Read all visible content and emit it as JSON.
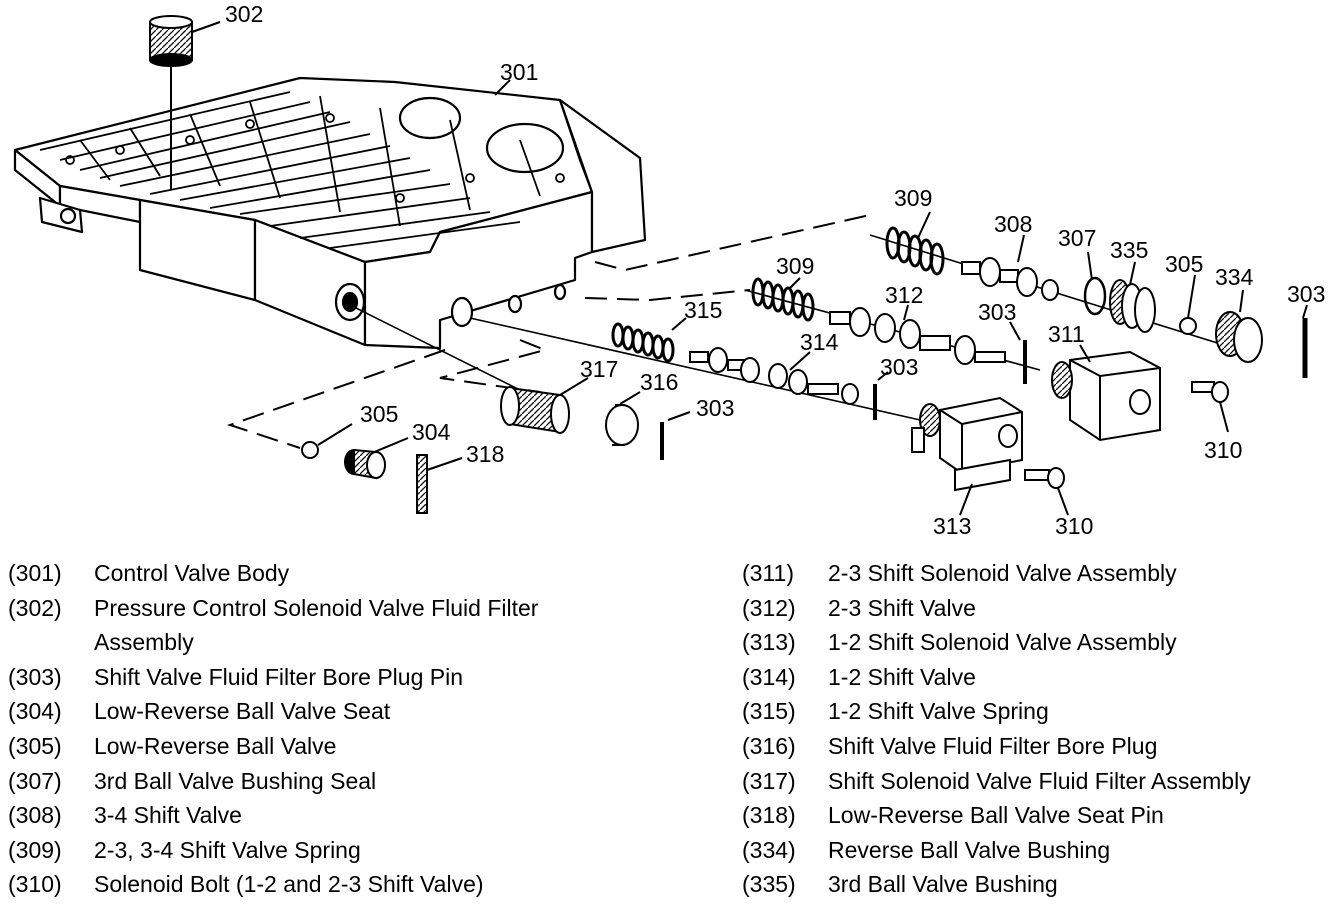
{
  "diagram": {
    "callouts": [
      "302",
      "301",
      "309",
      "308",
      "307",
      "335",
      "305",
      "334",
      "303",
      "309",
      "312",
      "315",
      "303",
      "311",
      "314",
      "303",
      "317",
      "316",
      "303",
      "305",
      "304",
      "318",
      "310",
      "313",
      "310"
    ]
  },
  "legend": {
    "left": [
      {
        "num": "(301)",
        "desc": "Control Valve Body"
      },
      {
        "num": "(302)",
        "desc": "Pressure Control Solenoid Valve Fluid Filter Assembly"
      },
      {
        "num": "(303)",
        "desc": "Shift Valve Fluid Filter Bore Plug Pin"
      },
      {
        "num": "(304)",
        "desc": "Low-Reverse Ball Valve Seat"
      },
      {
        "num": "(305)",
        "desc": "Low-Reverse Ball Valve"
      },
      {
        "num": "(307)",
        "desc": "3rd Ball Valve Bushing Seal"
      },
      {
        "num": "(308)",
        "desc": "3-4 Shift Valve"
      },
      {
        "num": "(309)",
        "desc": "2-3, 3-4 Shift Valve Spring"
      },
      {
        "num": "(310)",
        "desc": "Solenoid Bolt (1-2 and 2-3 Shift Valve)"
      }
    ],
    "right": [
      {
        "num": "(311)",
        "desc": "2-3 Shift Solenoid Valve Assembly"
      },
      {
        "num": "(312)",
        "desc": "2-3 Shift Valve"
      },
      {
        "num": "(313)",
        "desc": "1-2 Shift Solenoid Valve Assembly"
      },
      {
        "num": "(314)",
        "desc": "1-2 Shift Valve"
      },
      {
        "num": "(315)",
        "desc": "1-2 Shift Valve Spring"
      },
      {
        "num": "(316)",
        "desc": "Shift Valve Fluid Filter Bore Plug"
      },
      {
        "num": "(317)",
        "desc": "Shift Solenoid Valve Fluid Filter Assembly"
      },
      {
        "num": "(318)",
        "desc": "Low-Reverse Ball Valve Seat Pin"
      },
      {
        "num": "(334)",
        "desc": "Reverse Ball Valve Bushing"
      },
      {
        "num": "(335)",
        "desc": "3rd Ball Valve Bushing"
      }
    ]
  }
}
